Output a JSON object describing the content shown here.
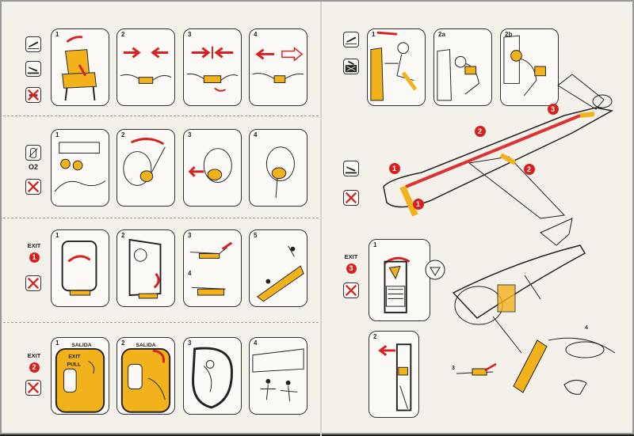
{
  "colors": {
    "accent_red": "#d72020",
    "accent_yellow": "#f2b21c",
    "line": "#2a2a2a",
    "paper": "#f4f1ea"
  },
  "icons": [
    "takeoff-icon",
    "landing-icon",
    "no-smoking-icon",
    "oxygen-bottle-icon",
    "no-cross-icon",
    "brace-seat-icon"
  ],
  "rows": {
    "seat": {
      "steps": [
        "1",
        "2",
        "3",
        "4"
      ]
    },
    "oxygen": {
      "steps": [
        "1",
        "2",
        "3",
        "4"
      ],
      "label": "O2"
    },
    "exit1": {
      "badge": "EXIT",
      "number": "1",
      "steps": [
        "1",
        "2",
        "3",
        "4",
        "5"
      ]
    },
    "exit2": {
      "badge": "EXIT",
      "number": "2",
      "steps": [
        "1",
        "2",
        "3",
        "4"
      ],
      "door_text": "SALIDA",
      "door_exit": "EXIT",
      "door_pull": "PULL"
    }
  },
  "right": {
    "brace": {
      "steps": [
        "1",
        "2a",
        "2b"
      ]
    },
    "plane_markers": [
      "1",
      "1",
      "2",
      "2",
      "3"
    ],
    "exit3": {
      "badge": "EXIT",
      "number": "3",
      "steps": [
        "1",
        "2",
        "3",
        "4"
      ]
    }
  }
}
